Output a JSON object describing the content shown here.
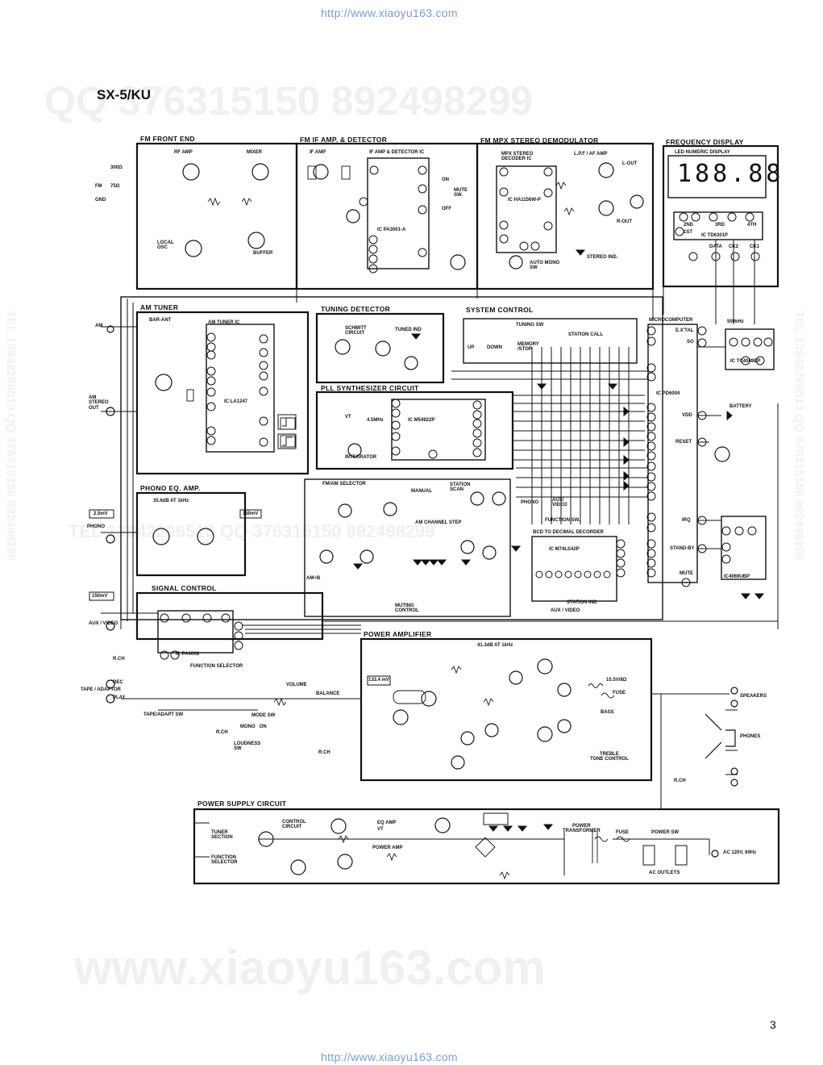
{
  "header": {
    "url_top": "http://www.xiaoyu163.com",
    "url_bottom": "http://www.xiaoyu163.com",
    "model": "SX-5/KU",
    "page_number": "3"
  },
  "watermarks": {
    "top": "QQ 376315150   892498299",
    "middle": "TEL 13942296513   QQ 376315150   892498299",
    "bottom": "www.xiaoyu163.com",
    "left_vertical": "TEL 13942296513   QQ 376315150   892498299",
    "right_vertical": "TEL 13942296513   QQ 376315150   892498299"
  },
  "sections": {
    "fm_front_end": "FM FRONT END",
    "fm_if": "FM IF AMP. & DETECTOR",
    "fm_mpx": "FM MPX STEREO DEMODULATOR",
    "freq_display": "FREQUENCY DISPLAY",
    "am_tuner": "AM TUNER",
    "tuning_detector": "TUNING DETECTOR",
    "system_control": "SYSTEM CONTROL",
    "pll": "PLL SYNTHESIZER CIRCUIT",
    "phono_eq": "PHONO EQ. AMP.",
    "signal_control": "SIGNAL CONTROL",
    "power_amp": "POWER AMPLIFIER",
    "power_supply": "POWER SUPPLY CIRCUIT"
  },
  "display": {
    "digits": "188.88",
    "label": "LED NUMERIC DISPLAY"
  },
  "ics": {
    "pa3001": "IC PA3001-A",
    "ha1156": "IC HA1156W-P",
    "td6301": "IC TD6301P",
    "la1247": "IC LA1247",
    "m54922": "IC M54922P",
    "pd6004": "IC PD6004",
    "tc4049": "IC TC4049BP",
    "m74ls42": "IC M74LS42P",
    "tc4069": "IC4069UBP",
    "pa4008": "IC PA4008"
  },
  "labels": {
    "rf_amp": "RF AMP",
    "mixer": "MIXER",
    "local_osc": "LOCAL\nOSC",
    "buffer": "BUFFER",
    "if_amp": "IF AMP",
    "if_det_ic": "IF AMP & DETECTOR IC",
    "mpx_ic": "MPX STEREO\nDECODER IC",
    "lpf": "L.P.F / AF AMP",
    "l_out": "L-OUT",
    "r_out": "R-OUT",
    "stereo_ind": "STEREO IND.",
    "auto_mono": "AUTO MONO\nSW",
    "on": "ON",
    "off": "OFF",
    "mute_sw": "MUTE\nSW.",
    "fm_in": "FM",
    "ohm300": "300Ω",
    "ohm75": "75Ω",
    "gnd": "GND",
    "am": "AM",
    "bar_ant": "BAR-ANT",
    "am_tuner_ic": "AM TUNER IC",
    "am_stereo_out": "AM\nSTEREO\nOUT",
    "schmitt": "SCHMITT\nCIRCUIT",
    "tuned_ind": "TUNED IND",
    "tuning_sw": "TUNING SW",
    "station_call": "STATION CALL",
    "up": "UP",
    "down": "DOWN",
    "memory_stop": "MEMORY\n/STOP",
    "microcomputer": "MICROCOMPUTER",
    "battery": "BATTERY",
    "khz500": "500kHz",
    "integrator": "INTEGRATOR",
    "vt": "VT",
    "mhz45": "4.5MHz",
    "phono": "PHONO",
    "mv25": "2.5mV",
    "mv150a": "150mV",
    "mv150b": "150mV",
    "db356": "35.6dB AT 1kHz",
    "fm_am_selector": "FM/AM SELECTOR",
    "station_scan": "STATION\nSCAN",
    "manual": "MANUAL",
    "am_channel_step": "AM CHANNEL STEP",
    "aux_video": "AUX/\nVIDEO",
    "function_sw": "FUNCTION SW.",
    "bcd": "BCD TO DECIMAL DECORDER",
    "station_ind": "STATION IND",
    "muting_control": "MUTING\nCONTROL",
    "aux_video2": "AUX / VIDEO",
    "amb": "AM+B",
    "rch": "R.CH",
    "rec": "REC",
    "tape_adaptor": "TAPE / ADAPTOR",
    "play": "PLAY",
    "tape_adapt_sw": "TAPE/ADAPT SW",
    "function_selector": "FUNCTION SELECTOR",
    "volume": "VOLUME",
    "balance": "BALANCE",
    "mode_sw": "MODE SW",
    "mono_on": "MONO   ON",
    "loudness": "LOUDNESS\nSW",
    "db413": "41.3dB AT 1kHz",
    "mv1334": "133.4 mV",
    "v155": "15.5V/8Ω",
    "fuse": "FUSE",
    "bass": "BASS",
    "treble": "TREBLE\nTONE CONTROL",
    "speakers": "SPEAKERS",
    "phones": "PHONES",
    "tuner_section": "TUNER\nSECTION",
    "function_selector2": "FUNCTION\nSELECTOR",
    "control_circuit": "CONTROL\nCIRCUIT",
    "eq_amp": "EQ AMP",
    "vt2": "VT",
    "power_amp2": "POWER AMP",
    "power_transformer": "POWER\nTRANSFORMER",
    "fuse2": "FUSE",
    "power_sw": "POWER SW",
    "ac": "AC 120V, 60Hz",
    "ac_outlets": "AC OUTLETS",
    "mute": "MUTE",
    "standby": "STAND-BY",
    "irq": "IRQ",
    "reset": "RESET",
    "vdd": "VDD",
    "ex_tal": "E.X'TAL",
    "so": "SO",
    "data": "DATA",
    "ck1": "CK1",
    "ck2": "CK2",
    "nd2": "2ND",
    "rd3": "3RD",
    "th4": "4TH",
    "st1": "1ST"
  }
}
